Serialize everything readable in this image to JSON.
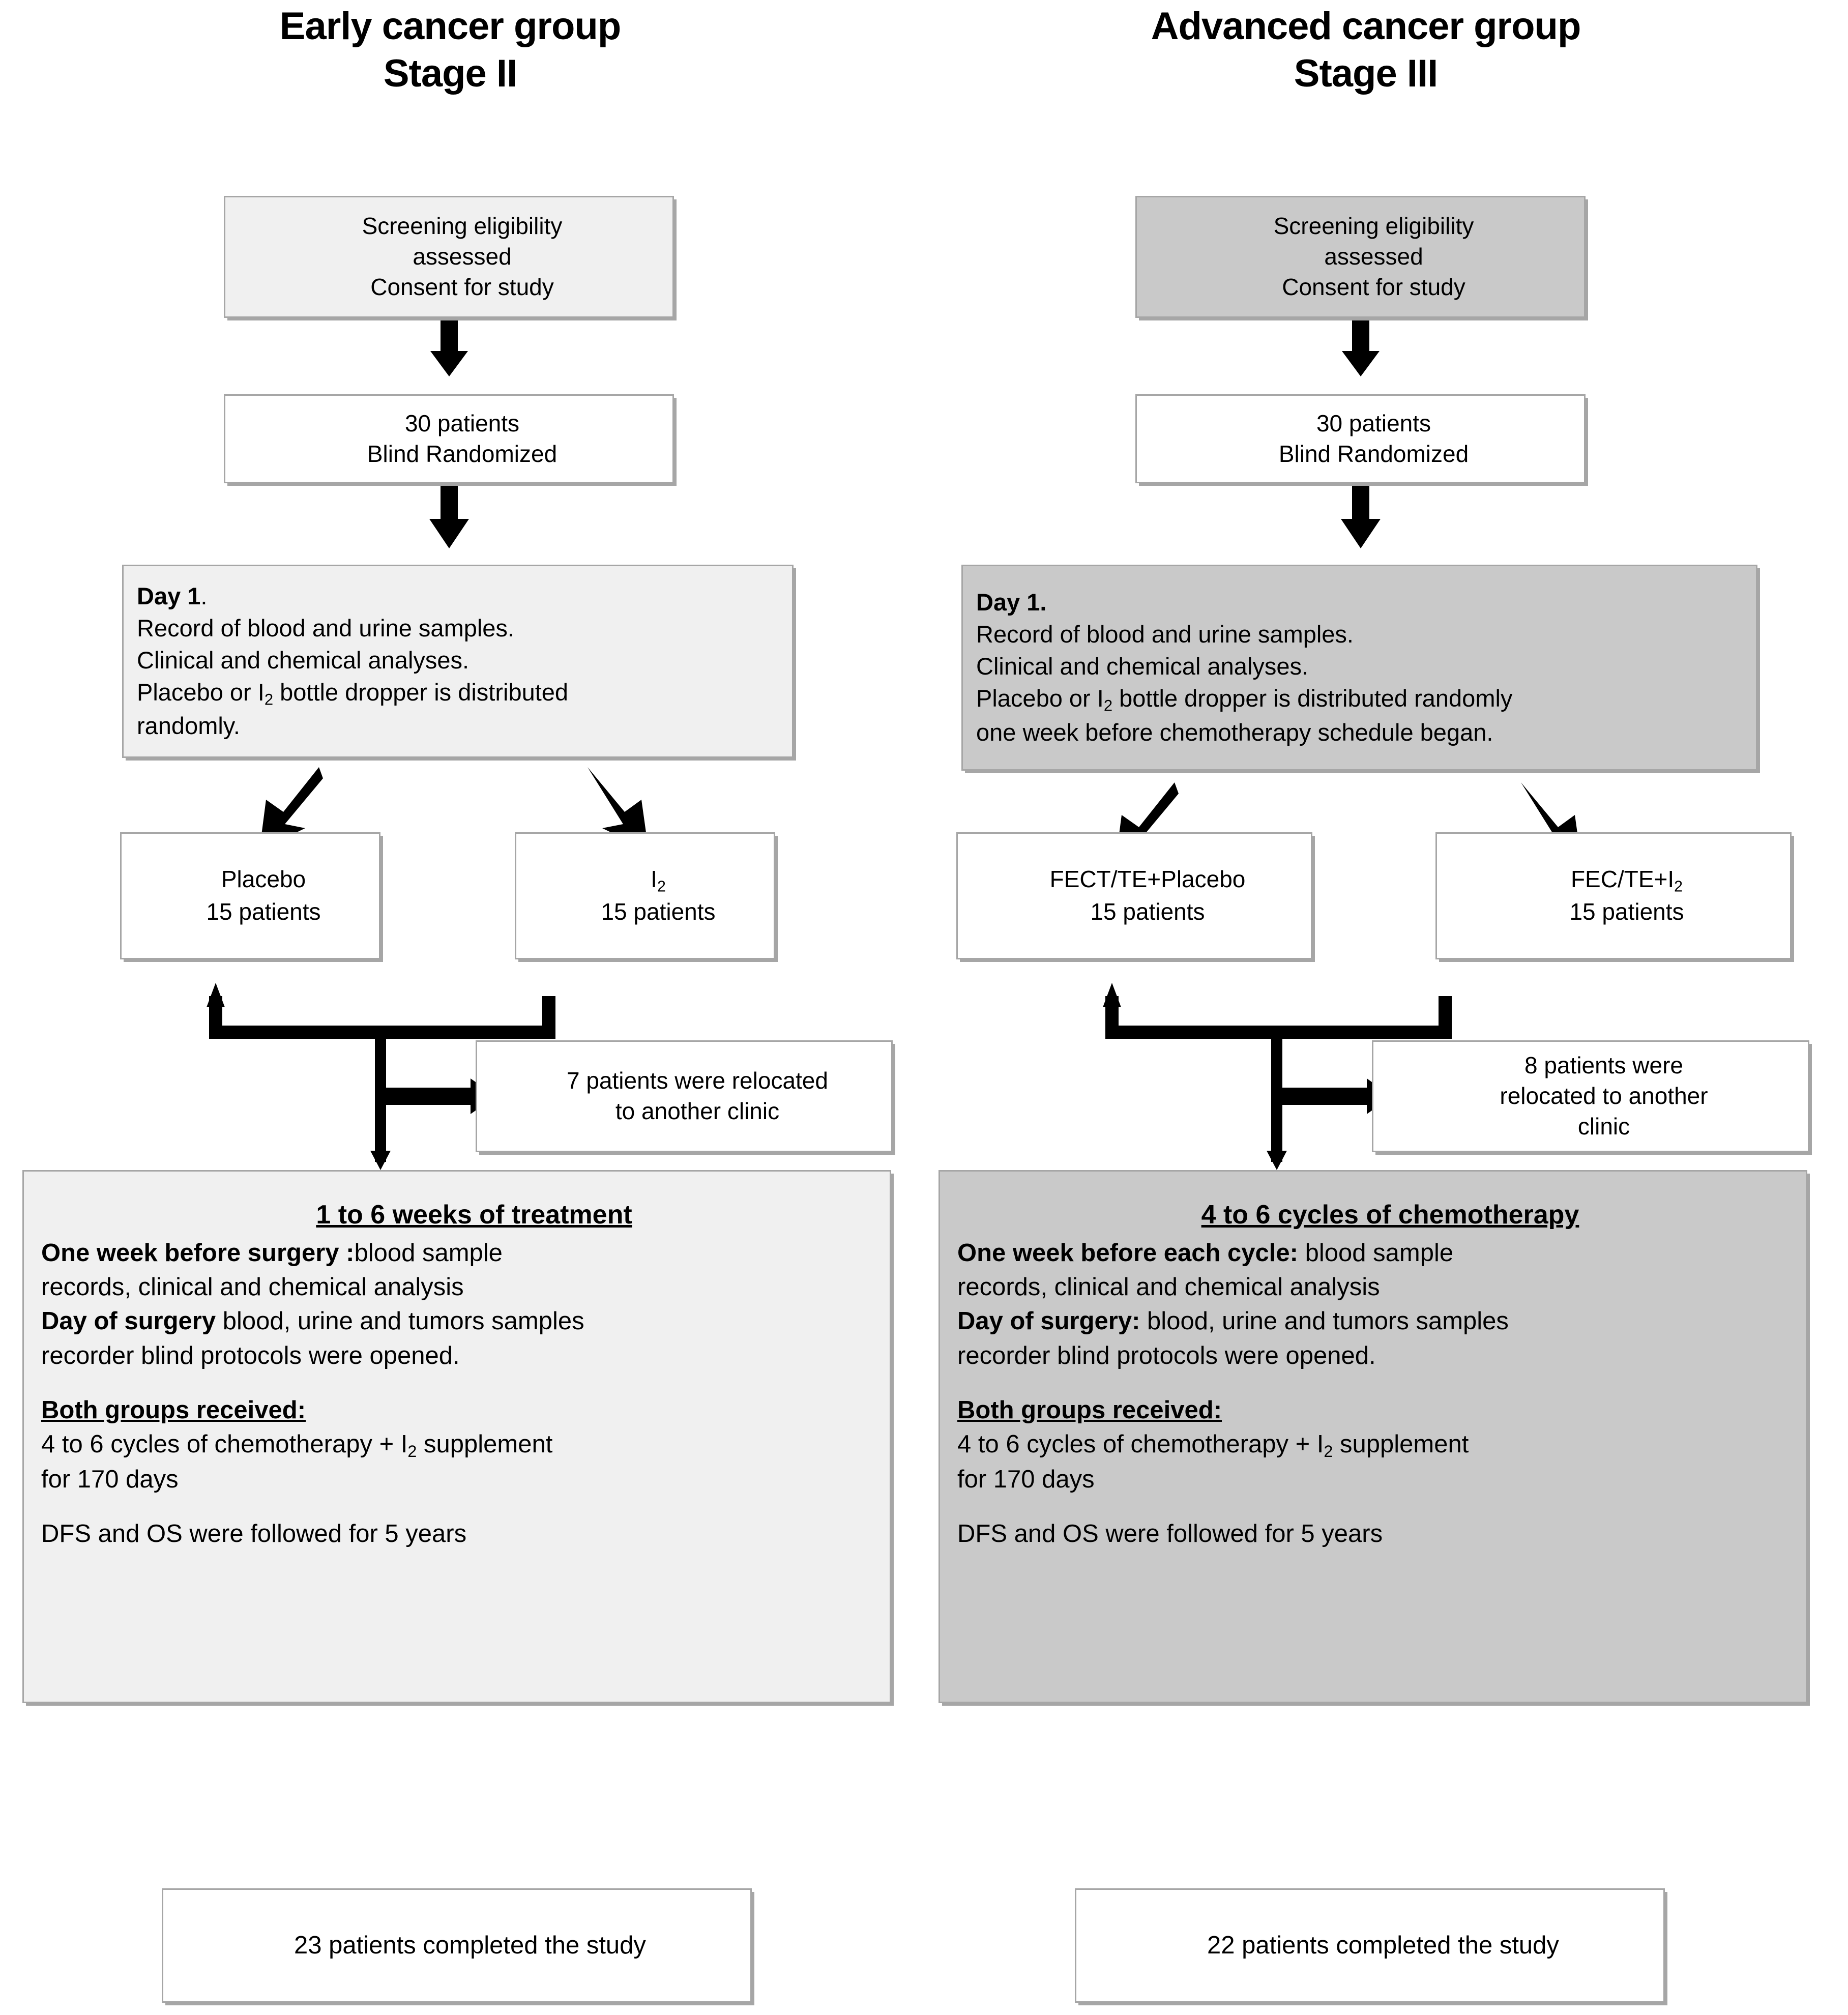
{
  "columns": [
    {
      "title_line1": "Early cancer group",
      "title_line2": "Stage II",
      "screening": {
        "l1": "Screening eligibility",
        "l2": "assessed",
        "l3": "Consent for study"
      },
      "randomized": {
        "l1": "30 patients",
        "l2": "Blind Randomized"
      },
      "day1": {
        "heading": "Day 1",
        "heading_suffix": ".",
        "l1": "Record of blood and urine samples.",
        "l2": "Clinical and chemical analyses.",
        "l3_a": "Placebo or I",
        "l3_sub": "2",
        "l3_b": " bottle dropper is distributed",
        "l4": "randomly."
      },
      "arm_left": {
        "l1": "Placebo",
        "l1_sub": "",
        "l2": "15 patients"
      },
      "arm_right": {
        "l1": "I",
        "l1_sub": "2",
        "l2": "15 patients"
      },
      "relocated": {
        "l1": "7 patients were relocated",
        "l2": "to another clinic",
        "l3": ""
      },
      "treatment": {
        "heading": "1 to 6 weeks of treatment",
        "p1_bold": "One week before surgery :",
        "p1_rest": "blood sample",
        "p1_line2": "records, clinical and chemical analysis",
        "p2_bold": "Day of surgery",
        "p2_rest": " blood, urine and tumors samples",
        "p2_line2": "recorder  blind protocols were opened.",
        "both_heading": "Both groups received:",
        "both_l1_a": "4 to 6 cycles of chemotherapy  +  I",
        "both_l1_sub": "2",
        "both_l1_b": " supplement",
        "both_l2": "for 170 days",
        "both_l3": " DFS and OS were followed for 5 years"
      },
      "completed": "23 patients completed the  study"
    },
    {
      "title_line1": "Advanced cancer group",
      "title_line2": "Stage III",
      "screening": {
        "l1": "Screening eligibility",
        "l2": "assessed",
        "l3": "Consent for study"
      },
      "randomized": {
        "l1": "30 patients",
        "l2": "Blind Randomized"
      },
      "day1": {
        "heading": "Day 1.",
        "heading_suffix": "",
        "l1": "Record of blood and urine samples.",
        "l2": "Clinical and chemical analyses.",
        "l3_a": "Placebo or I",
        "l3_sub": "2",
        "l3_b": " bottle dropper is distributed randomly",
        "l4": "one week before chemotherapy schedule began."
      },
      "arm_left": {
        "l1": "FECT/TE+Placebo",
        "l1_sub": "",
        "l2": "15 patients"
      },
      "arm_right": {
        "l1": "FEC/TE+I",
        "l1_sub": "2",
        "l2": "15 patients"
      },
      "relocated": {
        "l1": "8 patients were",
        "l2": "relocated  to another",
        "l3": "clinic"
      },
      "treatment": {
        "heading": "4 to 6 cycles  of chemotherapy",
        "p1_bold": "One  week  before  each  cycle:",
        "p1_rest": " blood  sample",
        "p1_line2": "records, clinical and chemical analysis",
        "p2_bold": "Day of surgery:",
        "p2_rest": " blood, urine and tumors samples",
        "p2_line2": "recorder blind protocols were opened.",
        "both_heading": "Both groups received:",
        "both_l1_a": "4 to 6 cycles of chemotherapy  +  I",
        "both_l1_sub": "2",
        "both_l1_b": " supplement",
        "both_l2": "for 170 days",
        "both_l3": " DFS and OS were followed for 5 years"
      },
      "completed": "22 patients completed the  study"
    }
  ],
  "colors": {
    "box_border": "#a6a6a6",
    "fill_light": "#f0f0f0",
    "fill_dark": "#c9c9c9",
    "arrow": "#000000",
    "text": "#000000"
  }
}
